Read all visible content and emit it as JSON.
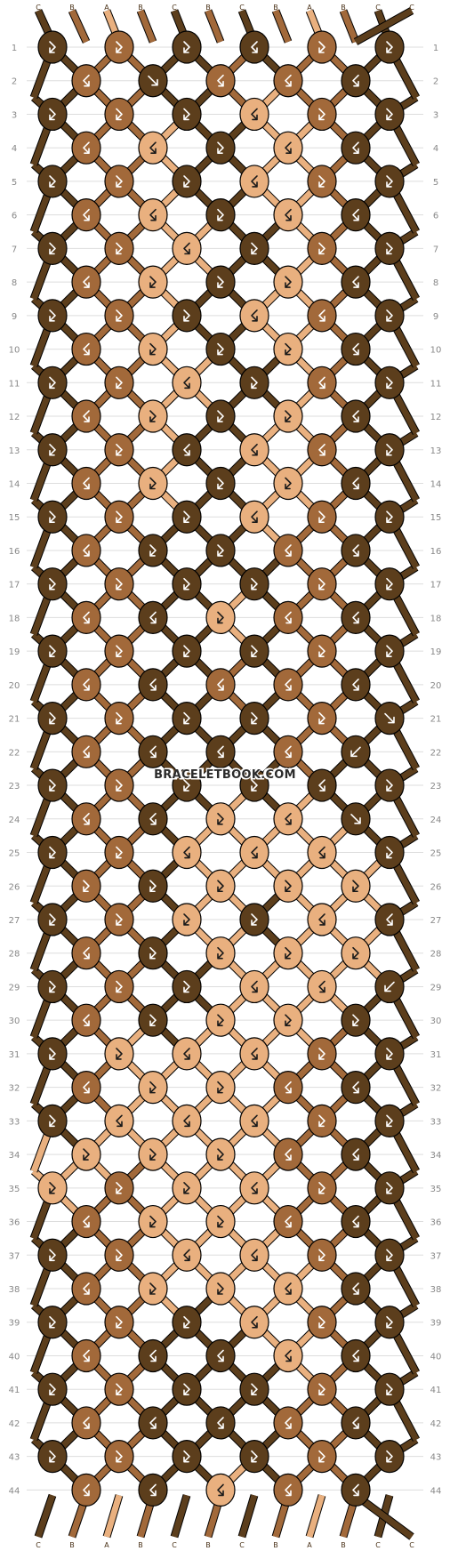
{
  "watermark": "BRACELETBOOK.COM",
  "strands_top": [
    "C",
    "B",
    "A",
    "B",
    "C",
    "B",
    "C",
    "B",
    "A",
    "B",
    "C",
    "C"
  ],
  "strands_bottom": [
    "C",
    "B",
    "A",
    "B",
    "C",
    "B",
    "C",
    "B",
    "A",
    "B",
    "C",
    "C"
  ],
  "colors": {
    "A": "#e9b07f",
    "B": "#a2693a",
    "C": "#5c3e1c",
    "knot_border": "#000000",
    "gridline": "#dddddd"
  },
  "knot_legend": {
    "f": "forward knot ↘",
    "b": "backward knot ↙",
    "fb": "forward-backward ↘↙ (shown as ⇘ curve)",
    "bf": "backward-forward ↙↘ (shown as ⇙ curve)"
  },
  "rows": [
    {
      "label": "1",
      "knots": [
        {
          "c": "C",
          "k": "fb"
        },
        {
          "c": "B",
          "k": "fb"
        },
        {
          "c": "C",
          "k": "fb"
        },
        {
          "c": "C",
          "k": "bf"
        },
        {
          "c": "B",
          "k": "fb"
        },
        {
          "c": "C",
          "k": "fb"
        }
      ]
    },
    {
      "label": "2",
      "knots": [
        {
          "c": "B",
          "k": "bf"
        },
        {
          "c": "C",
          "k": "f"
        },
        {
          "c": "B",
          "k": "bf"
        },
        {
          "c": "B",
          "k": "bf"
        },
        {
          "c": "C",
          "k": "bf"
        }
      ]
    },
    {
      "label": "3",
      "knots": [
        {
          "c": "C",
          "k": "fb"
        },
        {
          "c": "B",
          "k": "fb"
        },
        {
          "c": "C",
          "k": "fb"
        },
        {
          "c": "A",
          "k": "bf"
        },
        {
          "c": "B",
          "k": "fb"
        },
        {
          "c": "C",
          "k": "fb"
        }
      ]
    },
    {
      "label": "4",
      "knots": [
        {
          "c": "B",
          "k": "bf"
        },
        {
          "c": "A",
          "k": "bf"
        },
        {
          "c": "C",
          "k": "fb"
        },
        {
          "c": "A",
          "k": "bf"
        },
        {
          "c": "C",
          "k": "bf"
        }
      ]
    },
    {
      "label": "5",
      "knots": [
        {
          "c": "C",
          "k": "fb"
        },
        {
          "c": "B",
          "k": "fb"
        },
        {
          "c": "C",
          "k": "fb"
        },
        {
          "c": "A",
          "k": "bf"
        },
        {
          "c": "B",
          "k": "fb"
        },
        {
          "c": "C",
          "k": "fb"
        }
      ]
    },
    {
      "label": "6",
      "knots": [
        {
          "c": "B",
          "k": "bf"
        },
        {
          "c": "A",
          "k": "bf"
        },
        {
          "c": "C",
          "k": "fb"
        },
        {
          "c": "A",
          "k": "bf"
        },
        {
          "c": "C",
          "k": "bf"
        }
      ]
    },
    {
      "label": "7",
      "knots": [
        {
          "c": "C",
          "k": "fb"
        },
        {
          "c": "B",
          "k": "fb"
        },
        {
          "c": "A",
          "k": "bf"
        },
        {
          "c": "C",
          "k": "fb"
        },
        {
          "c": "B",
          "k": "fb"
        },
        {
          "c": "C",
          "k": "fb"
        }
      ]
    },
    {
      "label": "8",
      "knots": [
        {
          "c": "B",
          "k": "bf"
        },
        {
          "c": "A",
          "k": "fb"
        },
        {
          "c": "C",
          "k": "fb"
        },
        {
          "c": "A",
          "k": "fb"
        },
        {
          "c": "C",
          "k": "bf"
        }
      ]
    },
    {
      "label": "9",
      "knots": [
        {
          "c": "C",
          "k": "fb"
        },
        {
          "c": "B",
          "k": "fb"
        },
        {
          "c": "C",
          "k": "fb"
        },
        {
          "c": "A",
          "k": "bf"
        },
        {
          "c": "B",
          "k": "bf"
        },
        {
          "c": "C",
          "k": "fb"
        }
      ]
    },
    {
      "label": "10",
      "knots": [
        {
          "c": "B",
          "k": "bf"
        },
        {
          "c": "A",
          "k": "fb"
        },
        {
          "c": "C",
          "k": "fb"
        },
        {
          "c": "A",
          "k": "fb"
        },
        {
          "c": "C",
          "k": "bf"
        }
      ]
    },
    {
      "label": "11",
      "knots": [
        {
          "c": "C",
          "k": "fb"
        },
        {
          "c": "B",
          "k": "fb"
        },
        {
          "c": "A",
          "k": "bf"
        },
        {
          "c": "C",
          "k": "fb"
        },
        {
          "c": "B",
          "k": "bf"
        },
        {
          "c": "C",
          "k": "fb"
        }
      ]
    },
    {
      "label": "12",
      "knots": [
        {
          "c": "B",
          "k": "bf"
        },
        {
          "c": "A",
          "k": "fb"
        },
        {
          "c": "C",
          "k": "fb"
        },
        {
          "c": "A",
          "k": "fb"
        },
        {
          "c": "C",
          "k": "bf"
        }
      ]
    },
    {
      "label": "13",
      "knots": [
        {
          "c": "C",
          "k": "fb"
        },
        {
          "c": "B",
          "k": "fb"
        },
        {
          "c": "C",
          "k": "bf"
        },
        {
          "c": "A",
          "k": "bf"
        },
        {
          "c": "B",
          "k": "bf"
        },
        {
          "c": "C",
          "k": "fb"
        }
      ]
    },
    {
      "label": "14",
      "knots": [
        {
          "c": "B",
          "k": "bf"
        },
        {
          "c": "A",
          "k": "fb"
        },
        {
          "c": "C",
          "k": "fb"
        },
        {
          "c": "A",
          "k": "fb"
        },
        {
          "c": "C",
          "k": "bf"
        }
      ]
    },
    {
      "label": "15",
      "knots": [
        {
          "c": "C",
          "k": "fb"
        },
        {
          "c": "B",
          "k": "fb"
        },
        {
          "c": "C",
          "k": "fb"
        },
        {
          "c": "A",
          "k": "bf"
        },
        {
          "c": "B",
          "k": "fb"
        },
        {
          "c": "C",
          "k": "fb"
        }
      ]
    },
    {
      "label": "16",
      "knots": [
        {
          "c": "B",
          "k": "bf"
        },
        {
          "c": "C",
          "k": "fb"
        },
        {
          "c": "C",
          "k": "fb"
        },
        {
          "c": "B",
          "k": "bf"
        },
        {
          "c": "C",
          "k": "bf"
        }
      ]
    },
    {
      "label": "17",
      "knots": [
        {
          "c": "C",
          "k": "fb"
        },
        {
          "c": "B",
          "k": "fb"
        },
        {
          "c": "C",
          "k": "fb"
        },
        {
          "c": "C",
          "k": "fb"
        },
        {
          "c": "B",
          "k": "fb"
        },
        {
          "c": "C",
          "k": "fb"
        }
      ]
    },
    {
      "label": "18",
      "knots": [
        {
          "c": "B",
          "k": "bf"
        },
        {
          "c": "C",
          "k": "bf"
        },
        {
          "c": "A",
          "k": "fb"
        },
        {
          "c": "B",
          "k": "bf"
        },
        {
          "c": "C",
          "k": "bf"
        }
      ]
    },
    {
      "label": "19",
      "knots": [
        {
          "c": "C",
          "k": "fb"
        },
        {
          "c": "B",
          "k": "fb"
        },
        {
          "c": "C",
          "k": "fb"
        },
        {
          "c": "C",
          "k": "fb"
        },
        {
          "c": "B",
          "k": "fb"
        },
        {
          "c": "C",
          "k": "fb"
        }
      ]
    },
    {
      "label": "20",
      "knots": [
        {
          "c": "B",
          "k": "bf"
        },
        {
          "c": "C",
          "k": "bf"
        },
        {
          "c": "B",
          "k": "bf"
        },
        {
          "c": "B",
          "k": "bf"
        },
        {
          "c": "C",
          "k": "bf"
        }
      ]
    },
    {
      "label": "21",
      "knots": [
        {
          "c": "C",
          "k": "fb"
        },
        {
          "c": "B",
          "k": "fb"
        },
        {
          "c": "C",
          "k": "fb"
        },
        {
          "c": "C",
          "k": "fb"
        },
        {
          "c": "B",
          "k": "fb"
        },
        {
          "c": "C",
          "k": "f"
        }
      ]
    },
    {
      "label": "22",
      "knots": [
        {
          "c": "B",
          "k": "bf"
        },
        {
          "c": "C",
          "k": "bf"
        },
        {
          "c": "C",
          "k": "bf"
        },
        {
          "c": "B",
          "k": "bf"
        },
        {
          "c": "C",
          "k": "b"
        }
      ]
    },
    {
      "label": "23",
      "knots": [
        {
          "c": "C",
          "k": "fb"
        },
        {
          "c": "B",
          "k": "fb"
        },
        {
          "c": "C",
          "k": "fb"
        },
        {
          "c": "C",
          "k": "fb"
        },
        {
          "c": "C",
          "k": "bf"
        },
        {
          "c": "C",
          "k": "fb"
        }
      ]
    },
    {
      "label": "24",
      "knots": [
        {
          "c": "B",
          "k": "bf"
        },
        {
          "c": "C",
          "k": "bf"
        },
        {
          "c": "A",
          "k": "fb"
        },
        {
          "c": "A",
          "k": "bf"
        },
        {
          "c": "C",
          "k": "f"
        }
      ]
    },
    {
      "label": "25",
      "knots": [
        {
          "c": "C",
          "k": "fb"
        },
        {
          "c": "B",
          "k": "fb"
        },
        {
          "c": "A",
          "k": "bf"
        },
        {
          "c": "A",
          "k": "bf"
        },
        {
          "c": "A",
          "k": "bf"
        },
        {
          "c": "C",
          "k": "fb"
        }
      ]
    },
    {
      "label": "26",
      "knots": [
        {
          "c": "B",
          "k": "fb"
        },
        {
          "c": "C",
          "k": "fb"
        },
        {
          "c": "A",
          "k": "fb"
        },
        {
          "c": "A",
          "k": "fb"
        },
        {
          "c": "A",
          "k": "fb"
        }
      ]
    },
    {
      "label": "27",
      "knots": [
        {
          "c": "C",
          "k": "fb"
        },
        {
          "c": "B",
          "k": "fb"
        },
        {
          "c": "A",
          "k": "fb"
        },
        {
          "c": "C",
          "k": "fb"
        },
        {
          "c": "A",
          "k": "bf"
        },
        {
          "c": "C",
          "k": "bf"
        }
      ]
    },
    {
      "label": "28",
      "knots": [
        {
          "c": "B",
          "k": "bf"
        },
        {
          "c": "C",
          "k": "fb"
        },
        {
          "c": "A",
          "k": "fb"
        },
        {
          "c": "A",
          "k": "fb"
        },
        {
          "c": "A",
          "k": "fb"
        }
      ]
    },
    {
      "label": "29",
      "knots": [
        {
          "c": "C",
          "k": "fb"
        },
        {
          "c": "B",
          "k": "fb"
        },
        {
          "c": "C",
          "k": "fb"
        },
        {
          "c": "A",
          "k": "bf"
        },
        {
          "c": "A",
          "k": "bf"
        },
        {
          "c": "C",
          "k": "b"
        }
      ]
    },
    {
      "label": "30",
      "knots": [
        {
          "c": "B",
          "k": "bf"
        },
        {
          "c": "C",
          "k": "fb"
        },
        {
          "c": "A",
          "k": "fb"
        },
        {
          "c": "A",
          "k": "fb"
        },
        {
          "c": "C",
          "k": "fb"
        }
      ]
    },
    {
      "label": "31",
      "knots": [
        {
          "c": "C",
          "k": "fb"
        },
        {
          "c": "A",
          "k": "fb"
        },
        {
          "c": "A",
          "k": "bf"
        },
        {
          "c": "A",
          "k": "bf"
        },
        {
          "c": "B",
          "k": "fb"
        },
        {
          "c": "C",
          "k": "fb"
        }
      ]
    },
    {
      "label": "32",
      "knots": [
        {
          "c": "B",
          "k": "bf"
        },
        {
          "c": "A",
          "k": "fb"
        },
        {
          "c": "A",
          "k": "fb"
        },
        {
          "c": "B",
          "k": "bf"
        },
        {
          "c": "C",
          "k": "bf"
        }
      ]
    },
    {
      "label": "33",
      "knots": [
        {
          "c": "C",
          "k": "fb"
        },
        {
          "c": "A",
          "k": "bf"
        },
        {
          "c": "A",
          "k": "bf"
        },
        {
          "c": "A",
          "k": "bf"
        },
        {
          "c": "B",
          "k": "fb"
        },
        {
          "c": "C",
          "k": "fb"
        }
      ]
    },
    {
      "label": "34",
      "knots": [
        {
          "c": "A",
          "k": "fb"
        },
        {
          "c": "A",
          "k": "fb"
        },
        {
          "c": "A",
          "k": "fb"
        },
        {
          "c": "B",
          "k": "bf"
        },
        {
          "c": "C",
          "k": "bf"
        }
      ]
    },
    {
      "label": "35",
      "knots": [
        {
          "c": "A",
          "k": "fb"
        },
        {
          "c": "B",
          "k": "fb"
        },
        {
          "c": "A",
          "k": "fb"
        },
        {
          "c": "A",
          "k": "bf"
        },
        {
          "c": "B",
          "k": "fb"
        },
        {
          "c": "C",
          "k": "fb"
        }
      ]
    },
    {
      "label": "36",
      "knots": [
        {
          "c": "B",
          "k": "bf"
        },
        {
          "c": "A",
          "k": "fb"
        },
        {
          "c": "A",
          "k": "fb"
        },
        {
          "c": "B",
          "k": "bf"
        },
        {
          "c": "C",
          "k": "bf"
        }
      ]
    },
    {
      "label": "37",
      "knots": [
        {
          "c": "C",
          "k": "fb"
        },
        {
          "c": "B",
          "k": "fb"
        },
        {
          "c": "A",
          "k": "bf"
        },
        {
          "c": "A",
          "k": "bf"
        },
        {
          "c": "B",
          "k": "fb"
        },
        {
          "c": "C",
          "k": "fb"
        }
      ]
    },
    {
      "label": "38",
      "knots": [
        {
          "c": "B",
          "k": "bf"
        },
        {
          "c": "A",
          "k": "fb"
        },
        {
          "c": "A",
          "k": "fb"
        },
        {
          "c": "A",
          "k": "bf"
        },
        {
          "c": "C",
          "k": "bf"
        }
      ]
    },
    {
      "label": "39",
      "knots": [
        {
          "c": "C",
          "k": "fb"
        },
        {
          "c": "B",
          "k": "fb"
        },
        {
          "c": "C",
          "k": "fb"
        },
        {
          "c": "A",
          "k": "bf"
        },
        {
          "c": "B",
          "k": "fb"
        },
        {
          "c": "C",
          "k": "fb"
        }
      ]
    },
    {
      "label": "40",
      "knots": [
        {
          "c": "B",
          "k": "bf"
        },
        {
          "c": "C",
          "k": "bf"
        },
        {
          "c": "C",
          "k": "bf"
        },
        {
          "c": "A",
          "k": "bf"
        },
        {
          "c": "C",
          "k": "bf"
        }
      ]
    },
    {
      "label": "41",
      "knots": [
        {
          "c": "C",
          "k": "fb"
        },
        {
          "c": "B",
          "k": "fb"
        },
        {
          "c": "C",
          "k": "fb"
        },
        {
          "c": "C",
          "k": "fb"
        },
        {
          "c": "B",
          "k": "fb"
        },
        {
          "c": "C",
          "k": "fb"
        }
      ]
    },
    {
      "label": "42",
      "knots": [
        {
          "c": "B",
          "k": "bf"
        },
        {
          "c": "C",
          "k": "bf"
        },
        {
          "c": "C",
          "k": "bf"
        },
        {
          "c": "B",
          "k": "bf"
        },
        {
          "c": "C",
          "k": "bf"
        }
      ]
    },
    {
      "label": "43",
      "knots": [
        {
          "c": "C",
          "k": "fb"
        },
        {
          "c": "B",
          "k": "fb"
        },
        {
          "c": "C",
          "k": "fb"
        },
        {
          "c": "C",
          "k": "fb"
        },
        {
          "c": "B",
          "k": "fb"
        },
        {
          "c": "C",
          "k": "fb"
        }
      ]
    },
    {
      "label": "44",
      "knots": [
        {
          "c": "B",
          "k": "bf"
        },
        {
          "c": "C",
          "k": "bf"
        },
        {
          "c": "A",
          "k": "bf"
        },
        {
          "c": "B",
          "k": "bf"
        },
        {
          "c": "C",
          "k": "bf"
        }
      ]
    }
  ]
}
